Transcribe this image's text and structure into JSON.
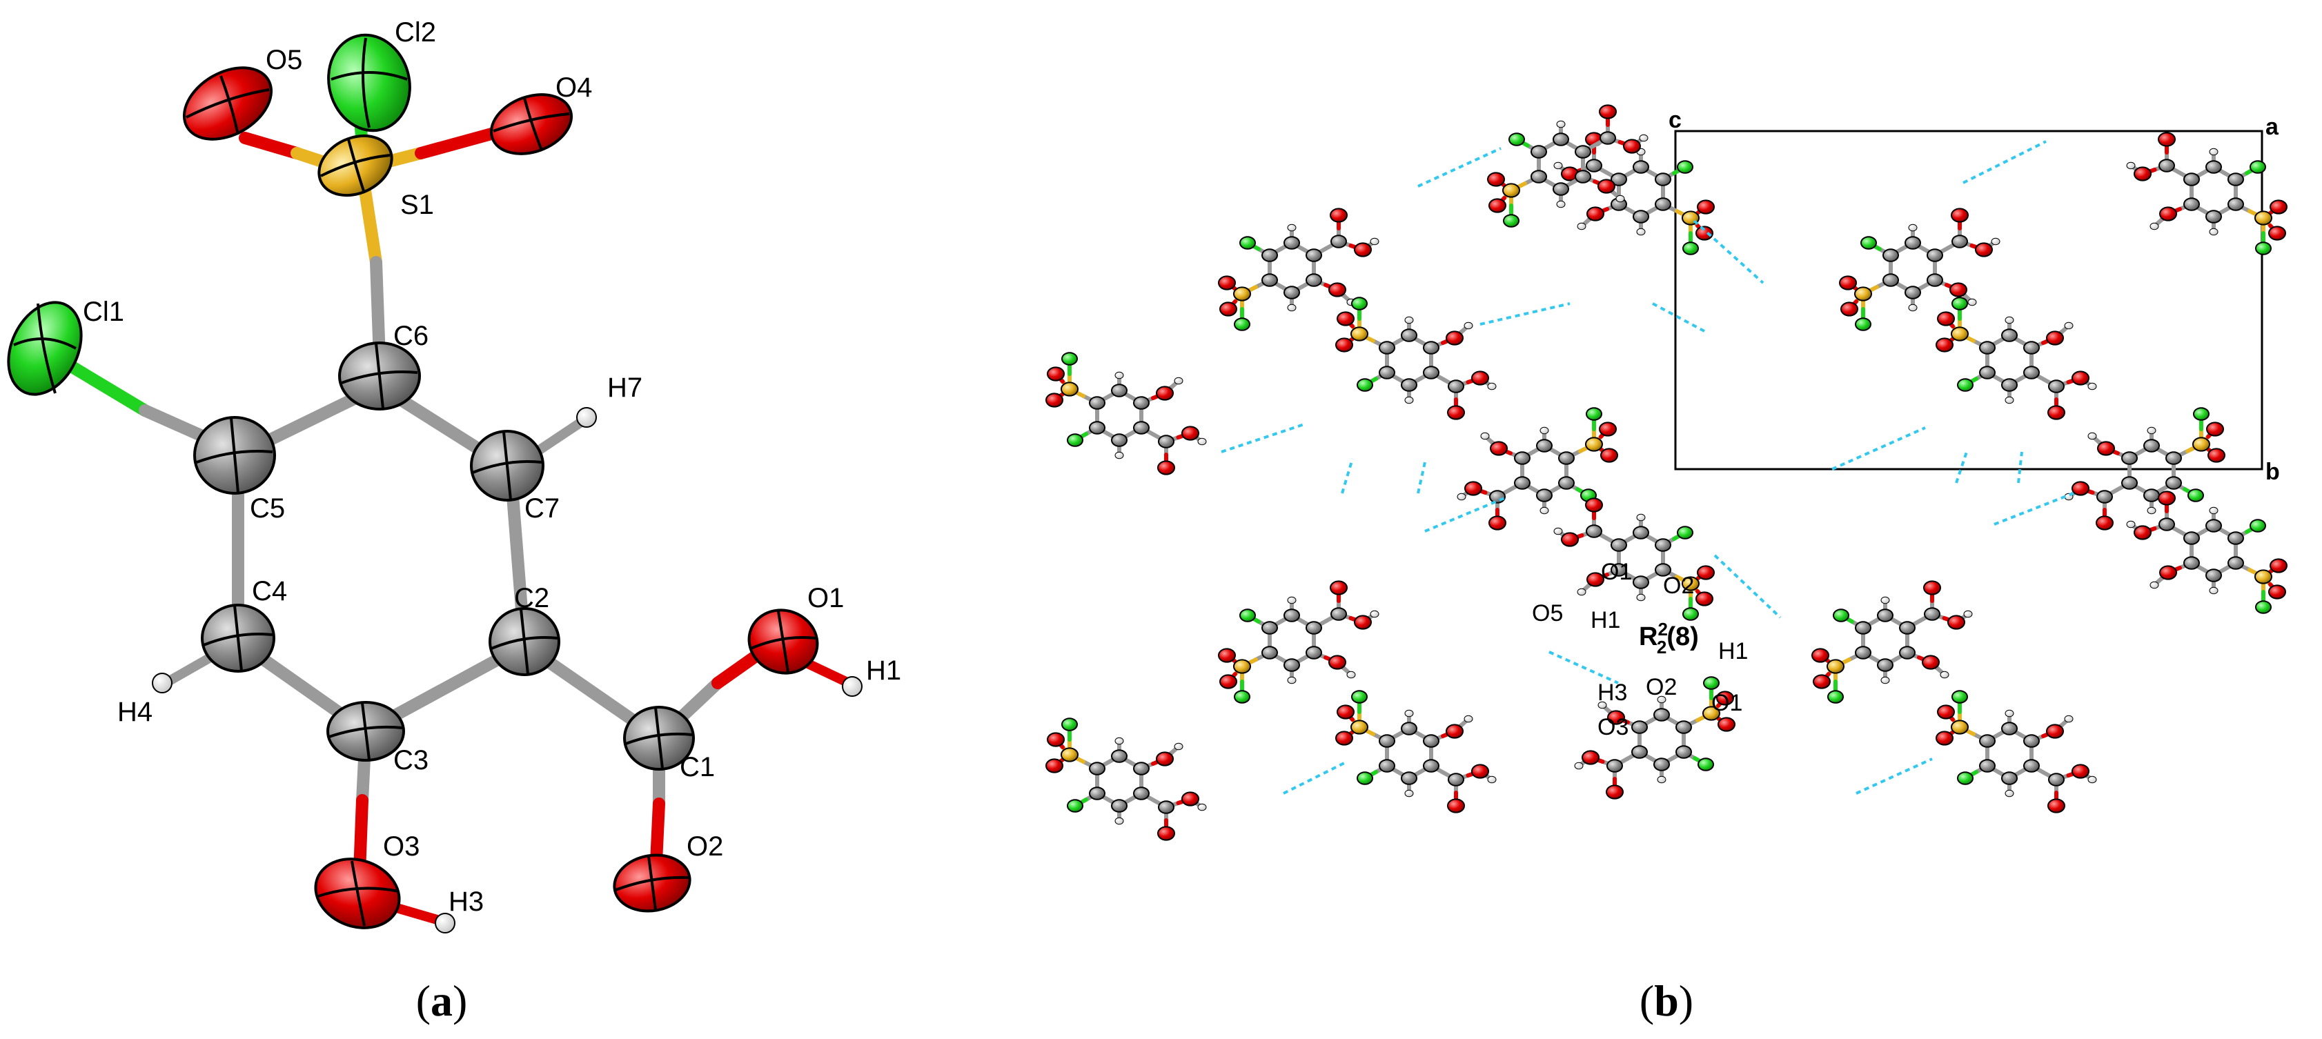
{
  "panel_a": {
    "caption_open": "(",
    "caption_letter": "a",
    "caption_close": ")",
    "atoms": [
      {
        "id": "S1",
        "label": "S1",
        "element": "S"
      },
      {
        "id": "Cl1",
        "label": "Cl1",
        "element": "Cl"
      },
      {
        "id": "Cl2",
        "label": "Cl2",
        "element": "Cl"
      },
      {
        "id": "O1",
        "label": "O1",
        "element": "O"
      },
      {
        "id": "O2",
        "label": "O2",
        "element": "O"
      },
      {
        "id": "O3",
        "label": "O3",
        "element": "O"
      },
      {
        "id": "O4",
        "label": "O4",
        "element": "O"
      },
      {
        "id": "O5",
        "label": "O5",
        "element": "O"
      },
      {
        "id": "C1",
        "label": "C1",
        "element": "C"
      },
      {
        "id": "C2",
        "label": "C2",
        "element": "C"
      },
      {
        "id": "C3",
        "label": "C3",
        "element": "C"
      },
      {
        "id": "C4",
        "label": "C4",
        "element": "C"
      },
      {
        "id": "C5",
        "label": "C5",
        "element": "C"
      },
      {
        "id": "C6",
        "label": "C6",
        "element": "C"
      },
      {
        "id": "C7",
        "label": "C7",
        "element": "C"
      },
      {
        "id": "H1",
        "label": "H1",
        "element": "H"
      },
      {
        "id": "H3",
        "label": "H3",
        "element": "H"
      },
      {
        "id": "H4",
        "label": "H4",
        "element": "H"
      },
      {
        "id": "H7",
        "label": "H7",
        "element": "H"
      }
    ]
  },
  "panel_b": {
    "caption_open": "(",
    "caption_letter": "b",
    "caption_close": ")",
    "cell_axes": {
      "c": "c",
      "a": "a",
      "b": "b"
    },
    "labels": {
      "O1_top": "O1",
      "O2_top": "O2",
      "H1_left": "H1",
      "H1_right": "H1",
      "O5": "O5",
      "H3": "H3",
      "O2_bottom": "O2",
      "O1_bottom": "O1",
      "O3": "O3",
      "motif_R": "R",
      "motif_sup": "2",
      "motif_sub": "2",
      "motif_num": "(8)"
    }
  },
  "colors": {
    "carbon": "#8c8c8c",
    "oxygen": "#e00000",
    "chlorine": "#21d321",
    "sulfur": "#e8b422",
    "hydrogen": "#e6e6e6",
    "hbond": "#33c8f0",
    "bond": "#9a9a9a"
  }
}
